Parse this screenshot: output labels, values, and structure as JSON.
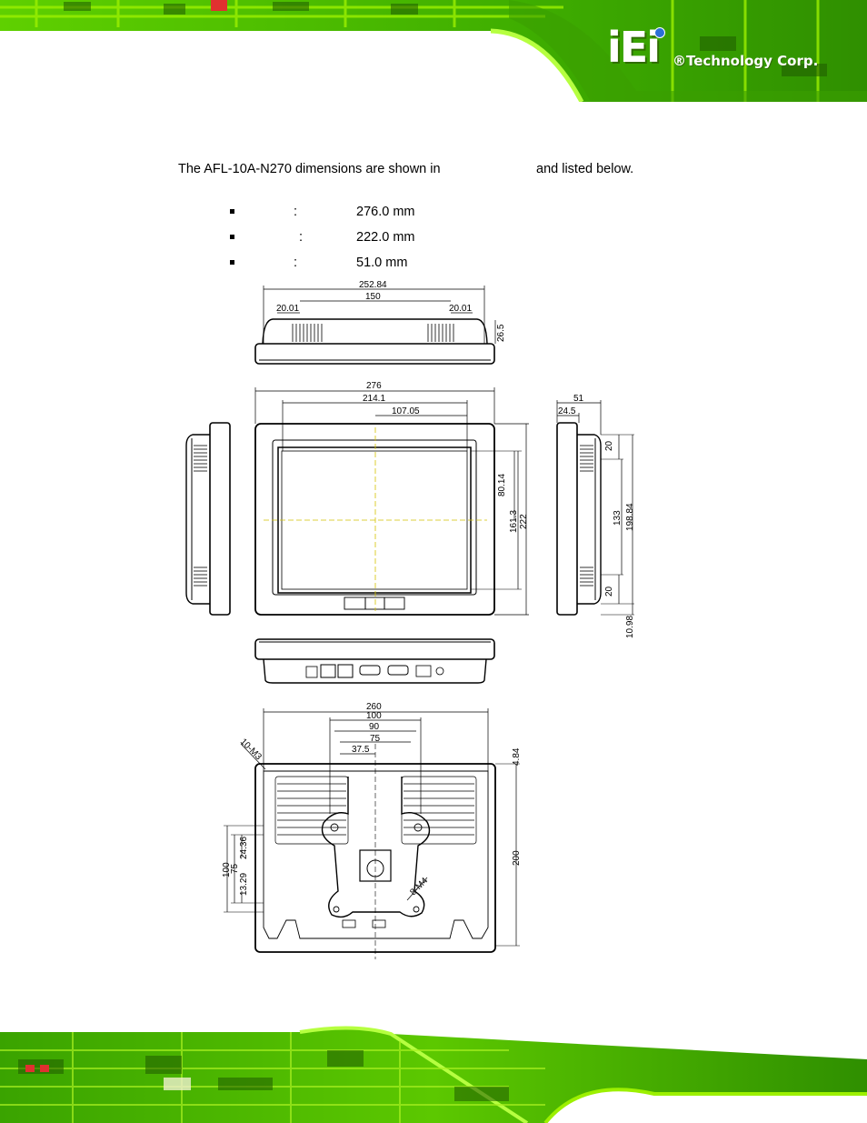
{
  "header": {
    "logo_mark": "iEi",
    "logo_text": "®Technology Corp."
  },
  "intro": {
    "part1": "The AFL-10A-N270 dimensions are shown in",
    "part2": "and listed below."
  },
  "specs": [
    {
      "colon": ":",
      "value": "276.0 mm"
    },
    {
      "colon": ":",
      "value": "222.0 mm"
    },
    {
      "colon": ":",
      "value": "51.0 mm"
    }
  ],
  "drawing": {
    "top_view": {
      "overall": "252.84",
      "vent_span": "150",
      "vent_left": "20.01",
      "vent_right": "20.01",
      "depth": "26.5"
    },
    "front_view": {
      "width": "276",
      "screen_width": "214.1",
      "half_screen": "107.05",
      "half_height": "80.14",
      "screen_height": "161.3",
      "height": "222"
    },
    "side_view": {
      "depth": "51",
      "bezel_depth": "24.5",
      "top_offset": "20",
      "mid_span": "133",
      "total_span": "198.84",
      "bottom_offset": "20",
      "foot": "10.98"
    },
    "rear_view": {
      "width": "260",
      "span_100": "100",
      "span_90": "90",
      "span_75": "75",
      "span_37_5": "37.5",
      "hole_label": "10-M3",
      "top_offset": "4.84",
      "height": "200",
      "v_100": "100",
      "v_75": "75",
      "v_24_36": "24.36",
      "v_13_29": "13.29",
      "vesa_label": "8-M4"
    }
  }
}
